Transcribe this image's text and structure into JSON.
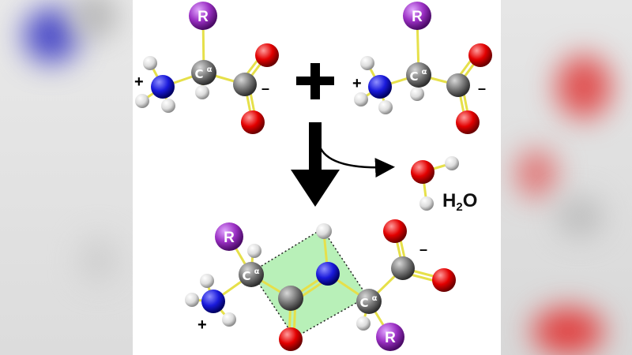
{
  "labels": {
    "r_group": "R",
    "c_alpha_main": "C",
    "c_alpha_sup": "α",
    "plus_charge": "+",
    "minus_charge": "–",
    "water_h": "H",
    "water_sub": "2",
    "water_o": "O"
  },
  "colors": {
    "nitrogen": "#1a1adb",
    "oxygen": "#e30000",
    "carbon": "#7a7a7a",
    "hydrogen": "#e8e8e8",
    "r_group": "#9b30c4",
    "bond": "#e6e04a",
    "peptide_plane": "#b8f0b8",
    "arrow": "#000000"
  }
}
